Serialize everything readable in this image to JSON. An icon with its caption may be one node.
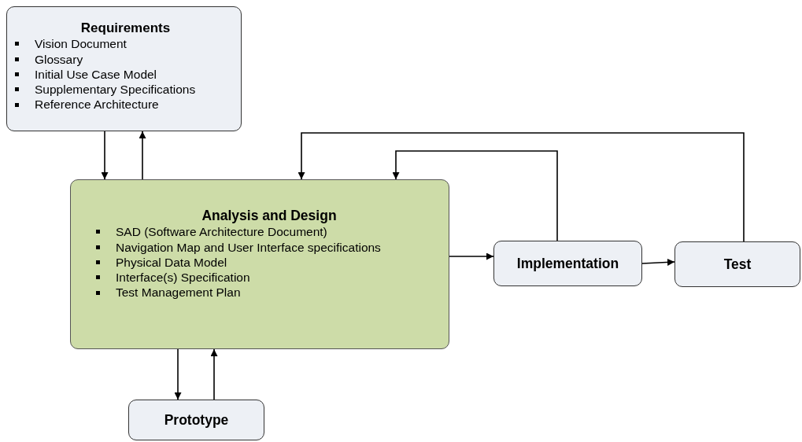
{
  "diagram": {
    "nodes": [
      {
        "text": [
          "Requirements",
          "Vision Document",
          "Glossary",
          "Initial Use Case Model",
          "Supplementary Specifications",
          "Reference Architecture"
        ]
      },
      {
        "text": [
          "Analysis and Design",
          "SAD (Software Architecture Document)",
          "Navigation Map and User Interface specifications",
          "Physical Data Model",
          "Interface(s) Specification",
          "Test Management Plan"
        ]
      },
      {
        "text": [
          "Implementation"
        ]
      },
      {
        "text": [
          "Test"
        ]
      },
      {
        "text": [
          "Prototype"
        ]
      }
    ],
    "edges": [
      {
        "from": 0,
        "to": 1,
        "arrow": "to"
      },
      {
        "from": 1,
        "to": 0,
        "arrow": "to"
      },
      {
        "from": 1,
        "to": 2,
        "arrow": "to"
      },
      {
        "from": 2,
        "to": 3,
        "arrow": "to"
      },
      {
        "from": 2,
        "to": 1,
        "arrow": "to"
      },
      {
        "from": 3,
        "to": 1,
        "arrow": "to"
      },
      {
        "from": 1,
        "to": 4,
        "arrow": "to"
      },
      {
        "from": 4,
        "to": 1,
        "arrow": "to"
      }
    ]
  }
}
